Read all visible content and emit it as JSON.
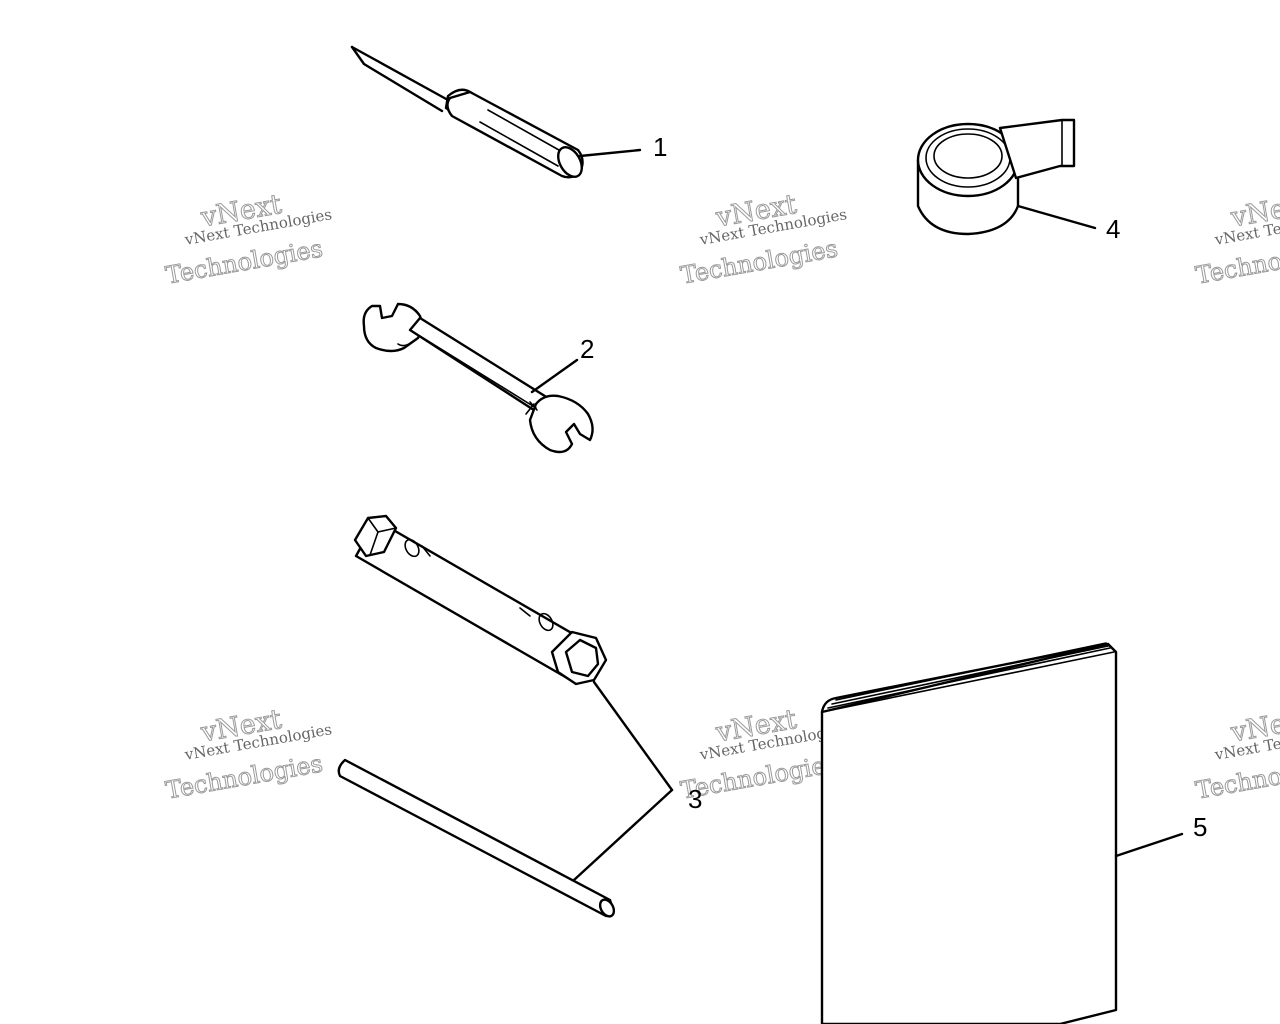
{
  "callouts": {
    "screwdriver": "1",
    "wrench": "2",
    "socket_wrench": "3",
    "tape": "4",
    "manual": "5"
  },
  "watermark": {
    "line1": "vNext Technologies",
    "line2": "vNext",
    "line3": "Technologies"
  },
  "colors": {
    "ink": "#000000",
    "watermark": "#9a9a9a"
  }
}
